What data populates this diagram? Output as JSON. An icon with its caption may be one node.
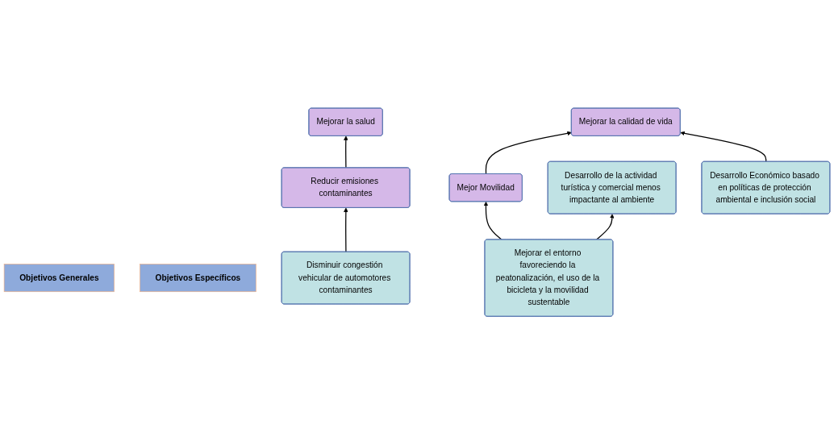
{
  "diagram": {
    "nodes": [
      {
        "text": [
          "Objetivos Generales"
        ]
      },
      {
        "text": [
          "Reducir emisiones contaminantes"
        ]
      },
      {
        "text": [
          "Mejorar la salud"
        ]
      },
      {
        "text": [
          "Mejor Movilidad"
        ]
      },
      {
        "text": [
          "Mejorar la calidad de vida"
        ]
      },
      {
        "text": [
          "Objetivos Específicos"
        ]
      },
      {
        "text": [
          "Disminuir congestión vehicular de automotores contaminantes"
        ]
      },
      {
        "text": [
          "Desarrollo de la actividad turística y comercial menos impactante al ambiente"
        ]
      },
      {
        "text": [
          "Mejorar el entorno favoreciendo la peatonalización, el uso de la bicicleta y la movilidad sustentable"
        ]
      },
      {
        "text": [
          "Desarrollo Económico basado en políticas de protección ambiental e inclusión social"
        ]
      }
    ],
    "edges": [
      {
        "from": 1,
        "to": 2,
        "arrow": "to"
      },
      {
        "from": 3,
        "to": 4,
        "arrow": "to"
      },
      {
        "from": 6,
        "to": 1,
        "arrow": "to"
      },
      {
        "from": 8,
        "to": 3,
        "arrow": "to"
      },
      {
        "from": 8,
        "to": 7,
        "arrow": "to"
      },
      {
        "from": 9,
        "to": 4,
        "arrow": "to"
      }
    ]
  }
}
